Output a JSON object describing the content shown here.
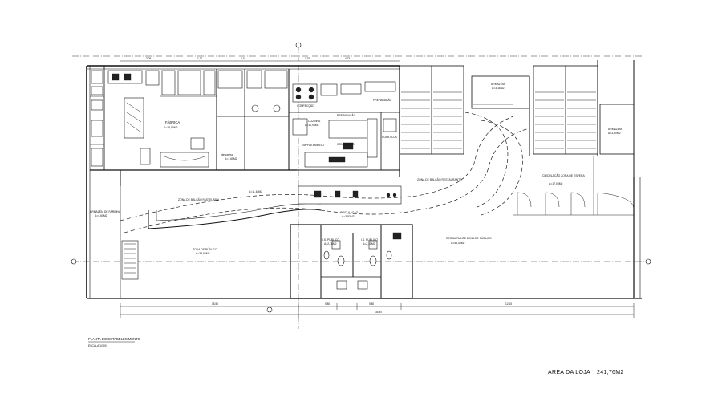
{
  "rooms": {
    "fabrica": {
      "name": "FÁBRICA",
      "area": "A=38,50M2"
    },
    "cozinha": {
      "name": "COZINHA",
      "area": "A=10,95M2"
    },
    "preparacao_top": {
      "name": "PREPARAÇÃO"
    },
    "preparacao": {
      "name": "PREPARAÇÃO"
    },
    "confeccao_small": {
      "name": "CONFECÇÃO"
    },
    "empratamento": {
      "name": "EMPRATAMENTO"
    },
    "confeccao": {
      "name": "CONFECÇÃO"
    },
    "copa_suja": {
      "name": "COPA SUJA"
    },
    "despensa": {
      "name": "despensa",
      "area": "A=1,65M2"
    },
    "armazem_farinha": {
      "name": "ARMAZÉM DE FARINHA",
      "area": "A=4,60M2"
    },
    "zona_balcao_pastelaria": {
      "name": "ZONA DE BALCÃO PASTELARIA",
      "area": "A=11,62M2"
    },
    "zona_balcao_restaurante": {
      "name": "ZONA DE BALCÃO RESTAURANTE"
    },
    "zona_publico_left": {
      "name": "ZONA DE PÚBLICO",
      "area": "A=33,60M2"
    },
    "circulacao_center": {
      "name": "CIRCULAÇÃO",
      "area": "A=3,93M2"
    },
    "is_left": {
      "name": "I.S. PÚBLICO",
      "area": "A=2,18M2"
    },
    "is_right": {
      "name": "I.S. PÚBLICO",
      "area": "A=2,18M2"
    },
    "restaurante": {
      "name": "RESTAURANTE ZONA DE PÚBLICO",
      "area": "A=55,40M2"
    },
    "armazem_top": {
      "name": "ARMAZÉM",
      "area": "A=3,16M2"
    },
    "armazem_right": {
      "name": "ARMAZÉM",
      "area": "A=3,60M2"
    },
    "circulacao_espera": {
      "name": "CIRCULAÇÃO ZONA DE ESPERA",
      "area": "A=17,00M2"
    }
  },
  "dimensions": {
    "bottom_left": "15,50",
    "bottom_mid_a": "5,80",
    "bottom_mid_b": "5,80",
    "bottom_right": "12,15",
    "bottom_total": "34,90",
    "top_a": "3,08",
    "top_b": "1,70",
    "top_c": "5,10",
    "top_d": "1,70",
    "top_e": "4,73"
  },
  "title": {
    "name": "PLANTA DO ESTABELECIMENTO",
    "scale": "ESCALA 1/100"
  },
  "summary": {
    "label": "AREA DA LOJA",
    "value": "241,76M2"
  }
}
